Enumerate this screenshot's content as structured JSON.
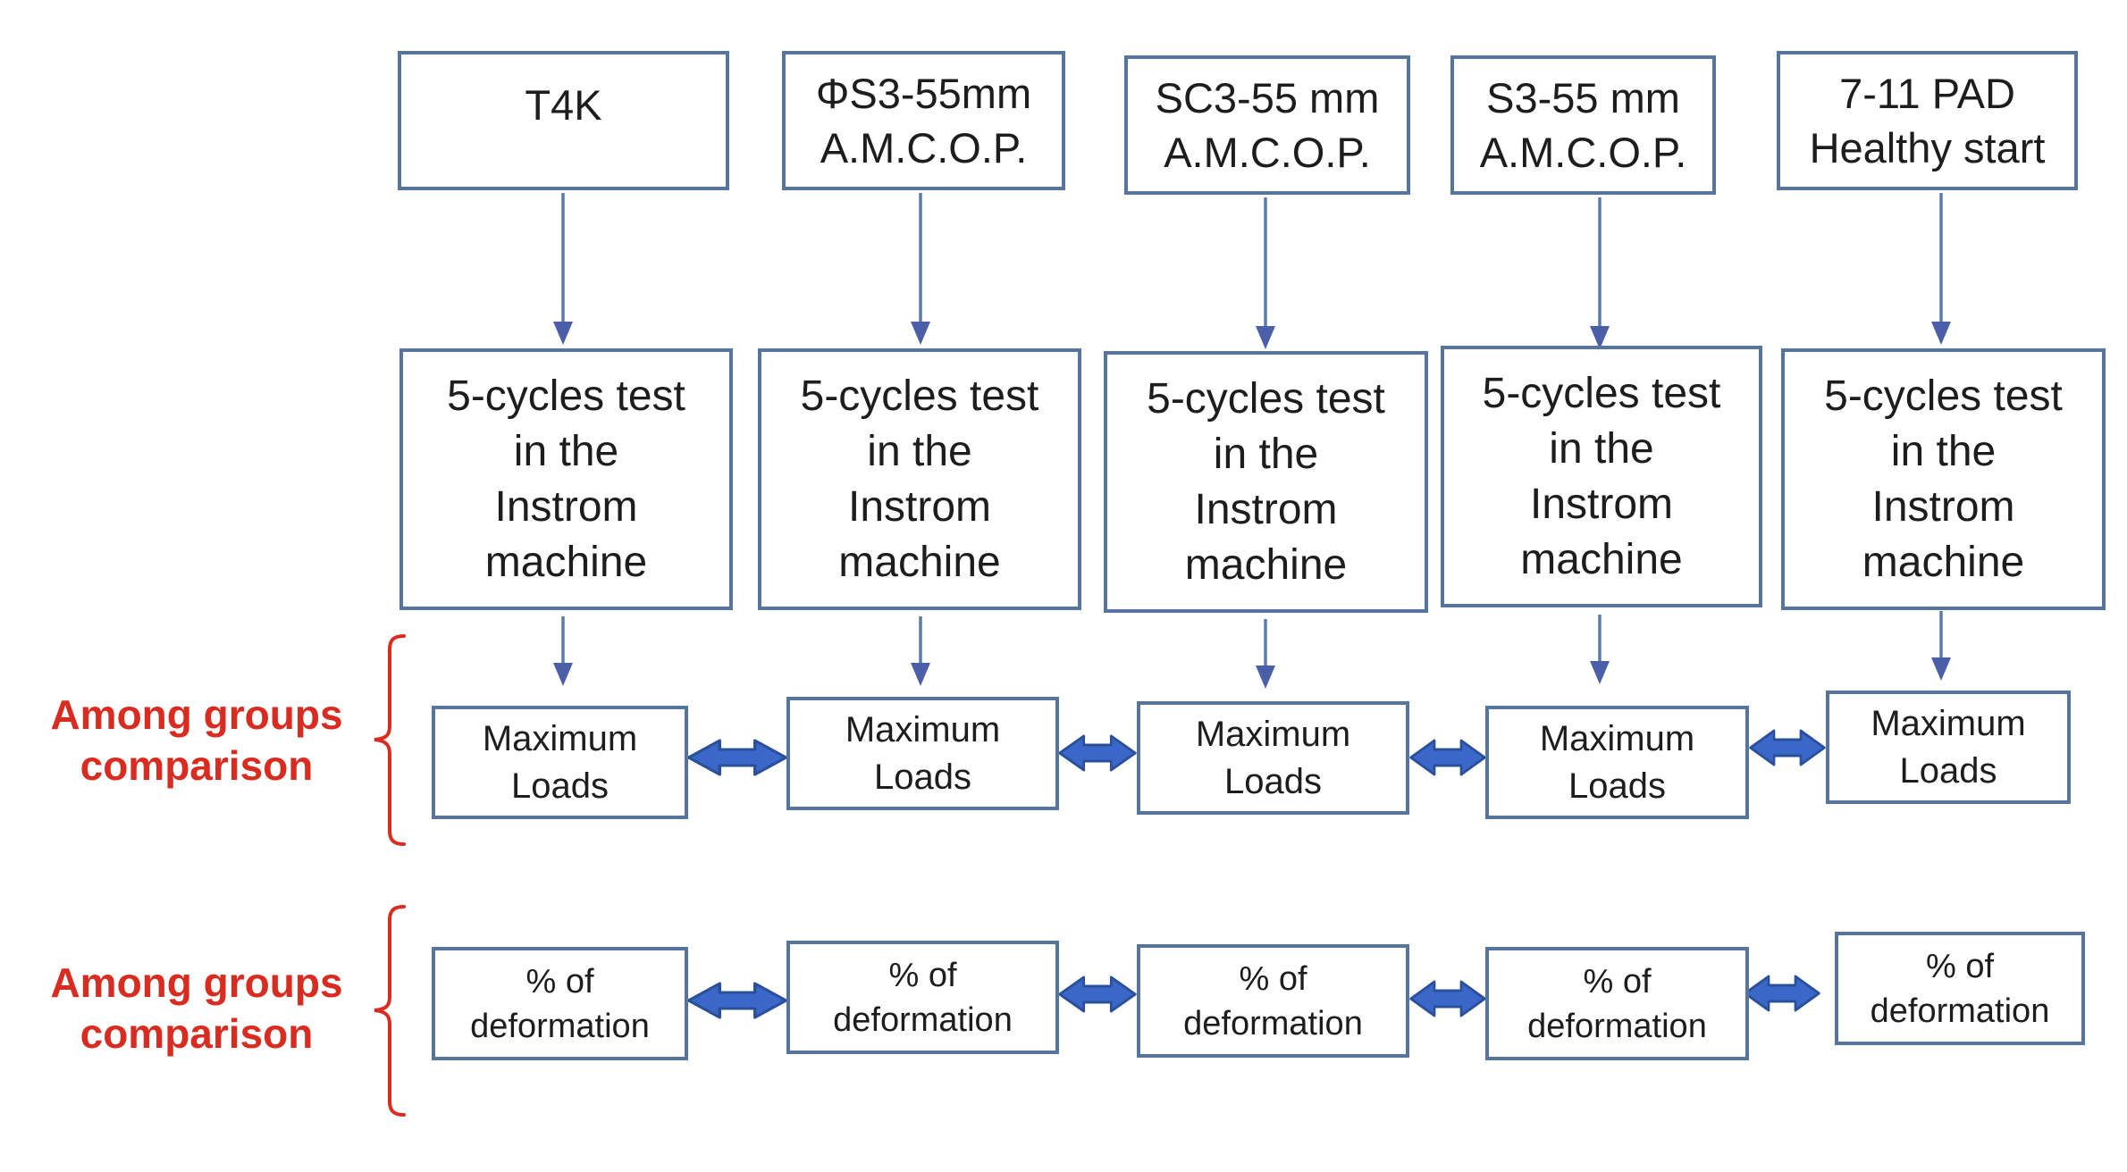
{
  "colors": {
    "background": "#ffffff",
    "box_border": "#55759f",
    "text": "#1d1d1d",
    "connector_line": "#5b7cab",
    "connector_head": "#4a5fa8",
    "double_arrow_fill": "#3a67c8",
    "double_arrow_stroke": "#2a4f9b",
    "red": "#d92b1f"
  },
  "comparison_labels": [
    "Among groups\ncomparison",
    "Among groups\ncomparison"
  ],
  "columns": [
    {
      "group": "T4K",
      "test": "5-cycles test\nin the\nInstrom\nmachine",
      "maximum_loads": "Maximum\nLoads",
      "deformation": "% of\ndeformation"
    },
    {
      "group": "ΦS3-55mm\nA.M.C.O.P.",
      "test": "5-cycles test\nin the\nInstrom\nmachine",
      "maximum_loads": "Maximum\nLoads",
      "deformation": "% of\ndeformation"
    },
    {
      "group": "SC3-55 mm\nA.M.C.O.P.",
      "test": "5-cycles test\nin the\nInstrom\nmachine",
      "maximum_loads": "Maximum\nLoads",
      "deformation": "% of\ndeformation"
    },
    {
      "group": "S3-55 mm\nA.M.C.O.P.",
      "test": "5-cycles test\nin the\nInstrom\nmachine",
      "maximum_loads": "Maximum\nLoads",
      "deformation": "% of\ndeformation"
    },
    {
      "group": "7-11 PAD\nHealthy start",
      "test": "5-cycles test\nin the\nInstrom\nmachine",
      "maximum_loads": "Maximum\nLoads",
      "deformation": "% of\ndeformation"
    }
  ]
}
